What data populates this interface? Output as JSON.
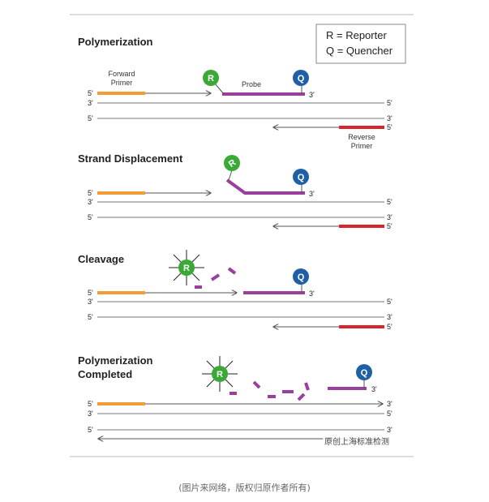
{
  "legend": {
    "reporter": "R = Reporter",
    "quencher": "Q = Quencher"
  },
  "labels": {
    "five_prime": "5'",
    "three_prime": "3'",
    "forward_primer_line1": "Forward",
    "forward_primer_line2": "Primer",
    "probe": "Probe",
    "reverse_primer_line1": "Reverse",
    "reverse_primer_line2": "Primer",
    "reporter_letter": "R",
    "quencher_letter": "Q"
  },
  "steps": [
    {
      "title": "Polymerization"
    },
    {
      "title": "Strand Displacement"
    },
    {
      "title": "Cleavage"
    },
    {
      "title_line1": "Polymerization",
      "title_line2": "Completed"
    }
  ],
  "watermark": "原创上海标准检测",
  "caption": "(图片来网络，版权归原作者所有)",
  "colors": {
    "primer_forward": "#f39c33",
    "probe": "#9b3f9e",
    "primer_reverse": "#d9252b",
    "reporter": "#3aa935",
    "quencher": "#1f5fa8",
    "strand": "#777777"
  }
}
